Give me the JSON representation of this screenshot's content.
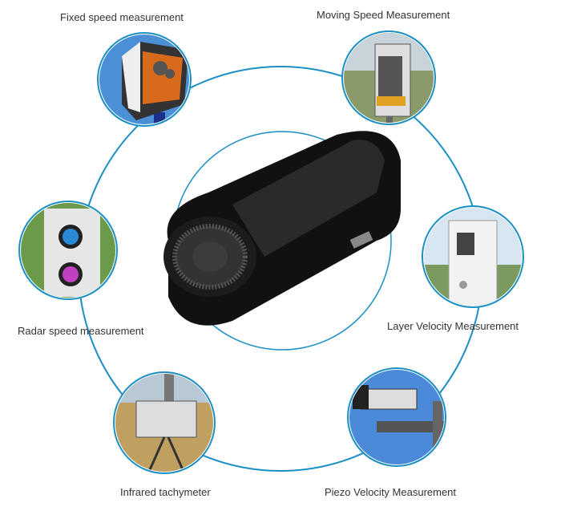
{
  "labels": {
    "fixed": "Fixed speed measurement",
    "moving": "Moving Speed Measurement",
    "radar": "Radar speed measurement",
    "layer": "Layer Velocity Measurement",
    "infrared": "Infrared tachymeter",
    "piezo": "Piezo Velocity Measurement"
  },
  "colors": {
    "ring": "#1a8fc4",
    "text": "#333333",
    "device": "#111111"
  }
}
